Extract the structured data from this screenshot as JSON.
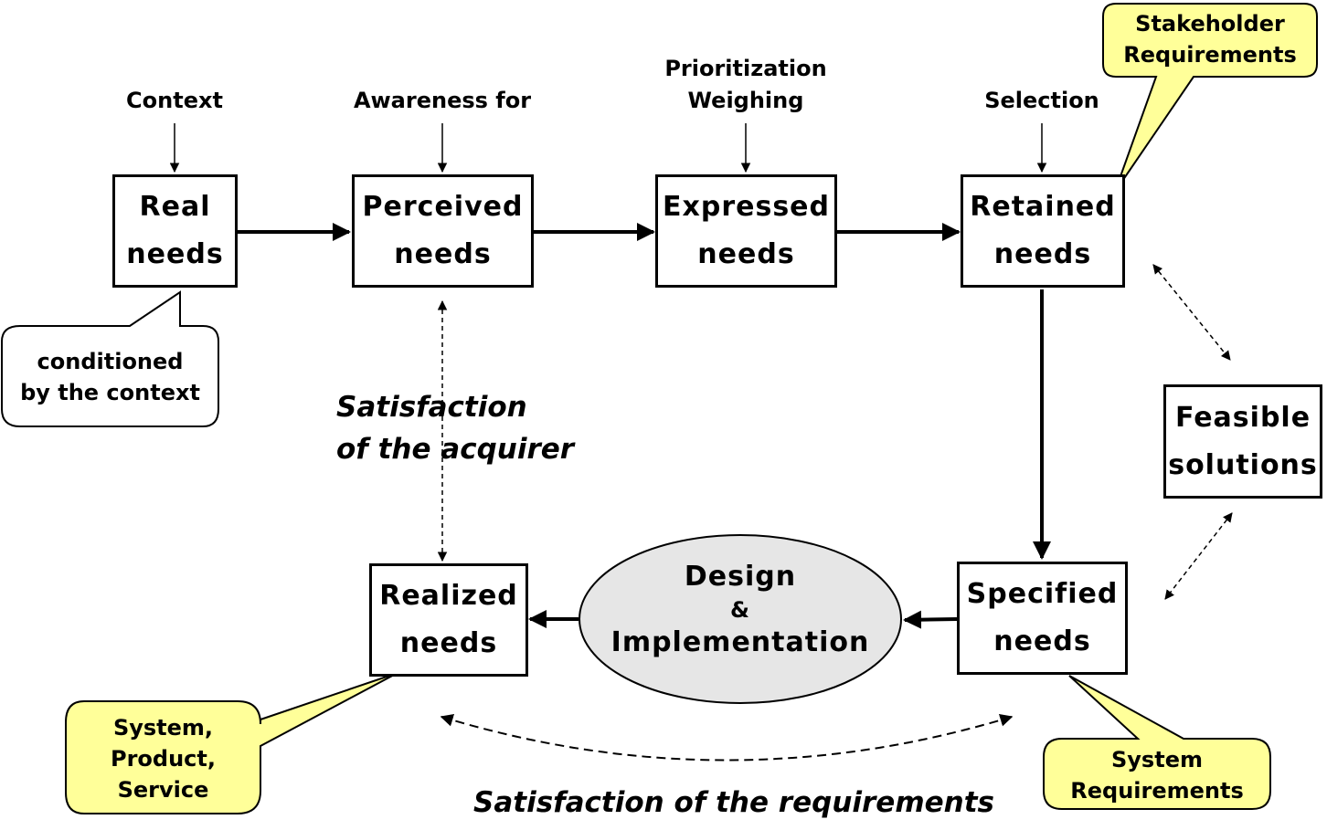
{
  "inputs": {
    "context": "Context",
    "awareness": "Awareness for",
    "prioritization": [
      "Prioritization",
      "Weighing"
    ],
    "selection": "Selection"
  },
  "boxes": {
    "real_needs": [
      "Real",
      "needs"
    ],
    "perceived_needs": [
      "Perceived",
      "needs"
    ],
    "expressed_needs": [
      "Expressed",
      "needs"
    ],
    "retained_needs": [
      "Retained",
      "needs"
    ],
    "feasible_solutions": [
      "Feasible",
      "solutions"
    ],
    "specified_needs": [
      "Specified",
      "needs"
    ],
    "realized_needs": [
      "Realized",
      "needs"
    ]
  },
  "design_ellipse": [
    "Design",
    "&",
    "Implementation"
  ],
  "callouts": {
    "stakeholder_requirements": [
      "Stakeholder",
      "Requirements"
    ],
    "conditioned_context": [
      "conditioned",
      "by the context"
    ],
    "system_product_service": [
      "System,",
      "Product,",
      "Service"
    ],
    "system_requirements": [
      "System",
      "Requirements"
    ]
  },
  "annotations": {
    "satisfaction_acquirer": [
      "Satisfaction",
      "of the acquirer"
    ],
    "satisfaction_requirements": "Satisfaction of the requirements"
  },
  "colors": {
    "callout_fill": "#ffff99",
    "ellipse_fill": "#e6e6e6",
    "stroke": "#000000"
  }
}
